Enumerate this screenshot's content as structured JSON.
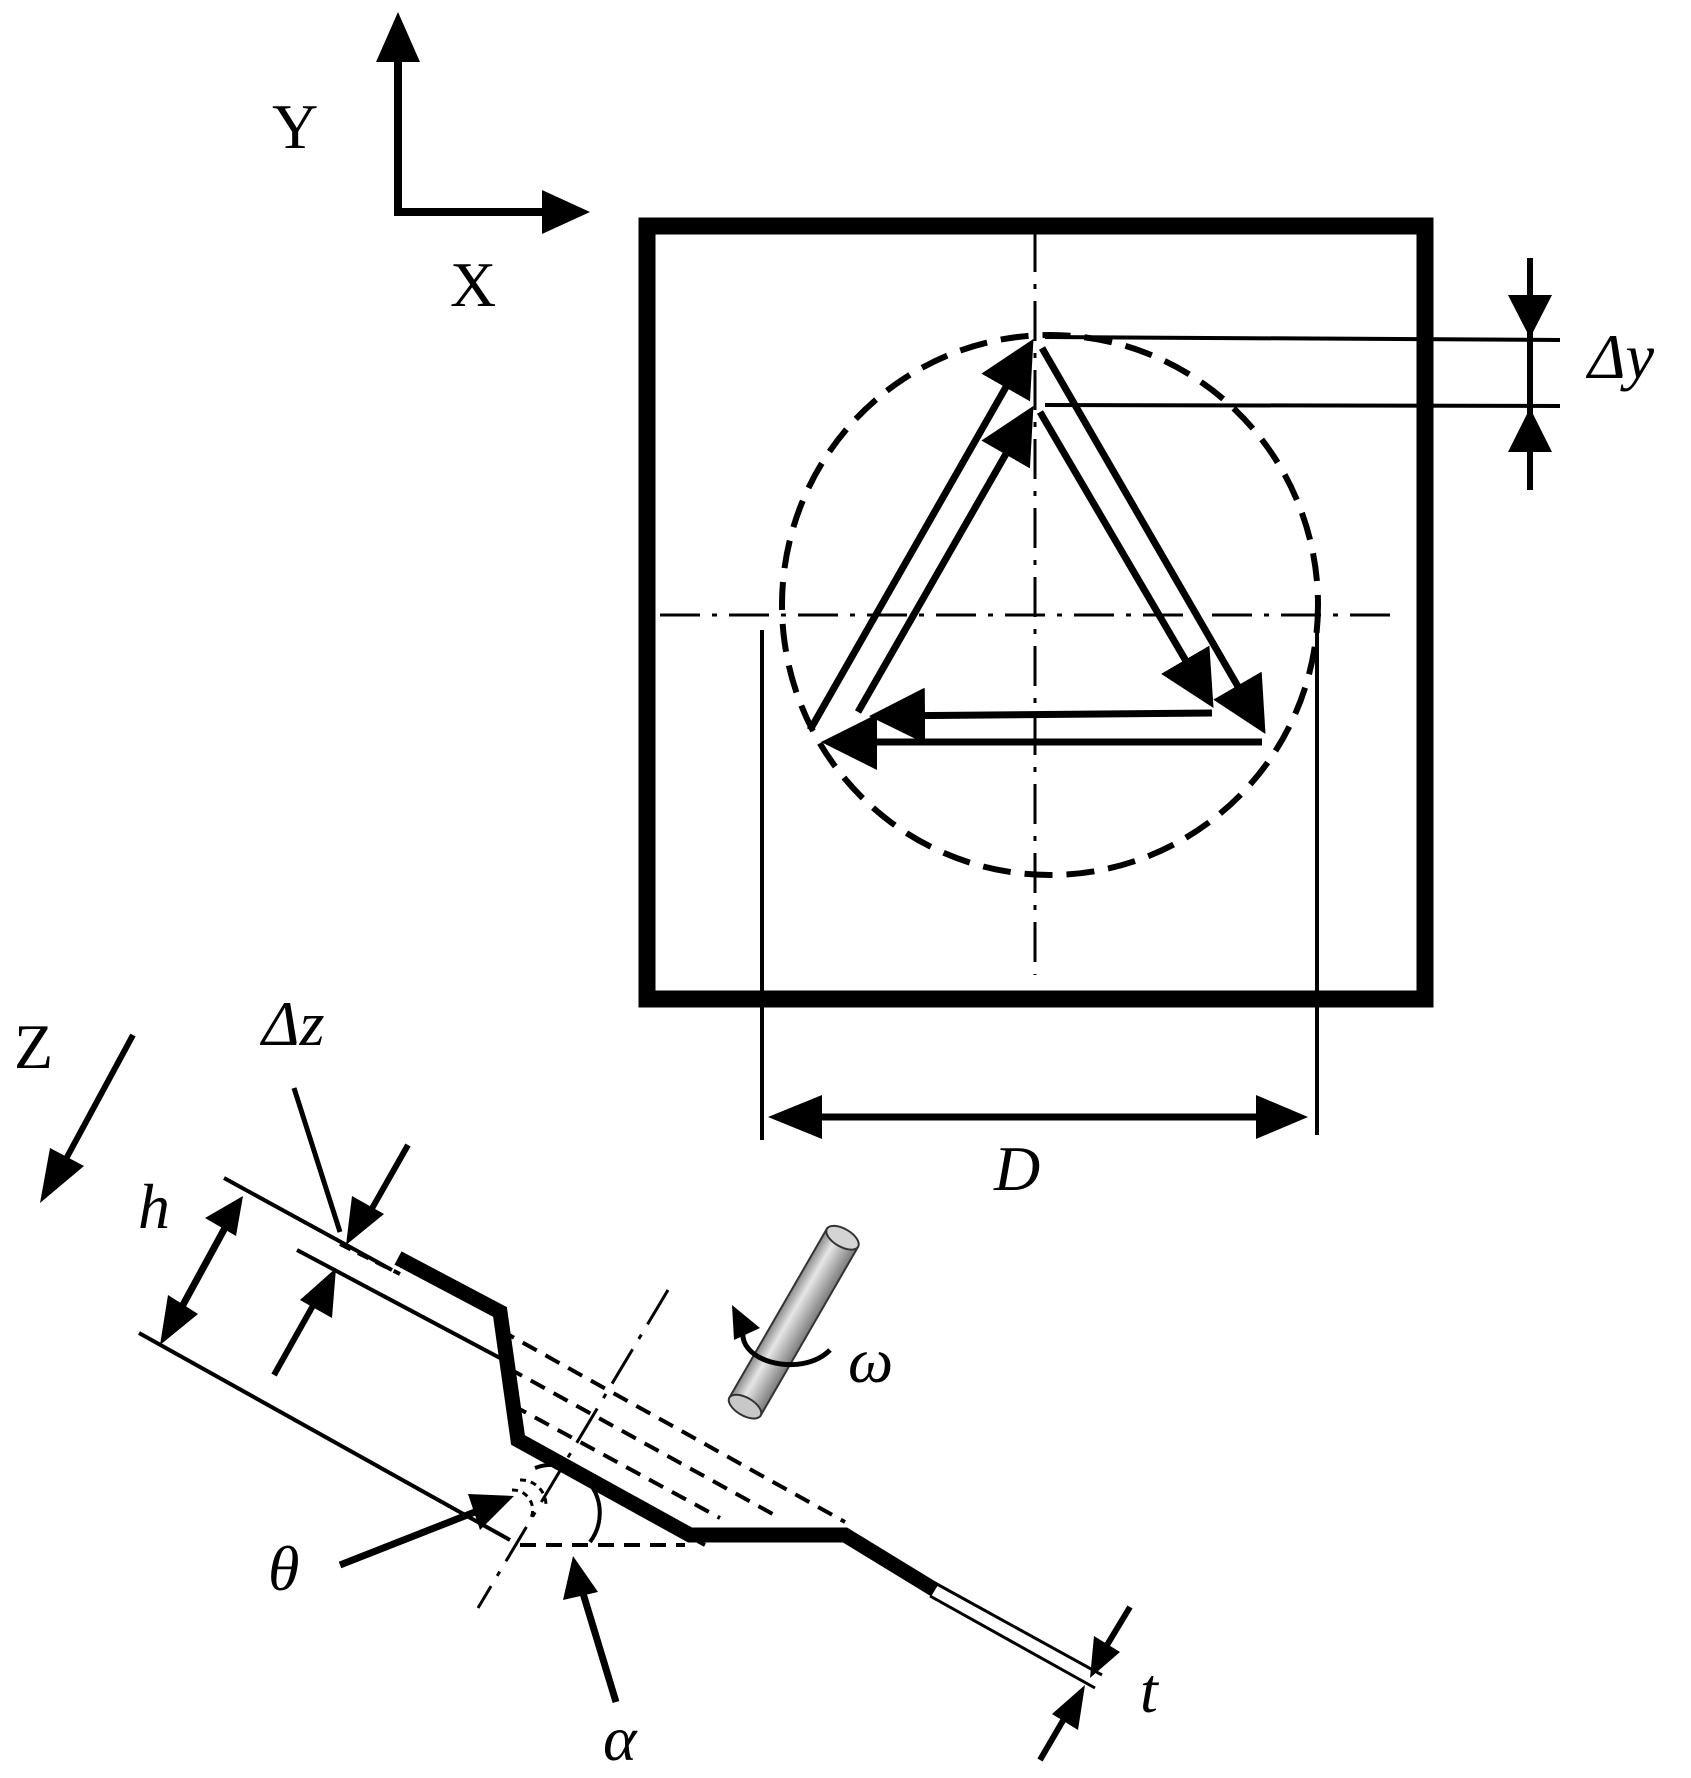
{
  "axes": {
    "y_label": "Y",
    "x_label": "X",
    "z_label": "Z"
  },
  "dimensions": {
    "delta_y": "Δy",
    "diameter": "D",
    "delta_z": "Δz",
    "height": "h",
    "thickness": "t"
  },
  "angles": {
    "wall_angle": "θ",
    "tool_angle": "α"
  },
  "tool": {
    "rotation": "ω"
  },
  "colors": {
    "ink": "#000000",
    "tool_light": "#e6e6e6",
    "tool_dark": "#8a8a8a"
  }
}
